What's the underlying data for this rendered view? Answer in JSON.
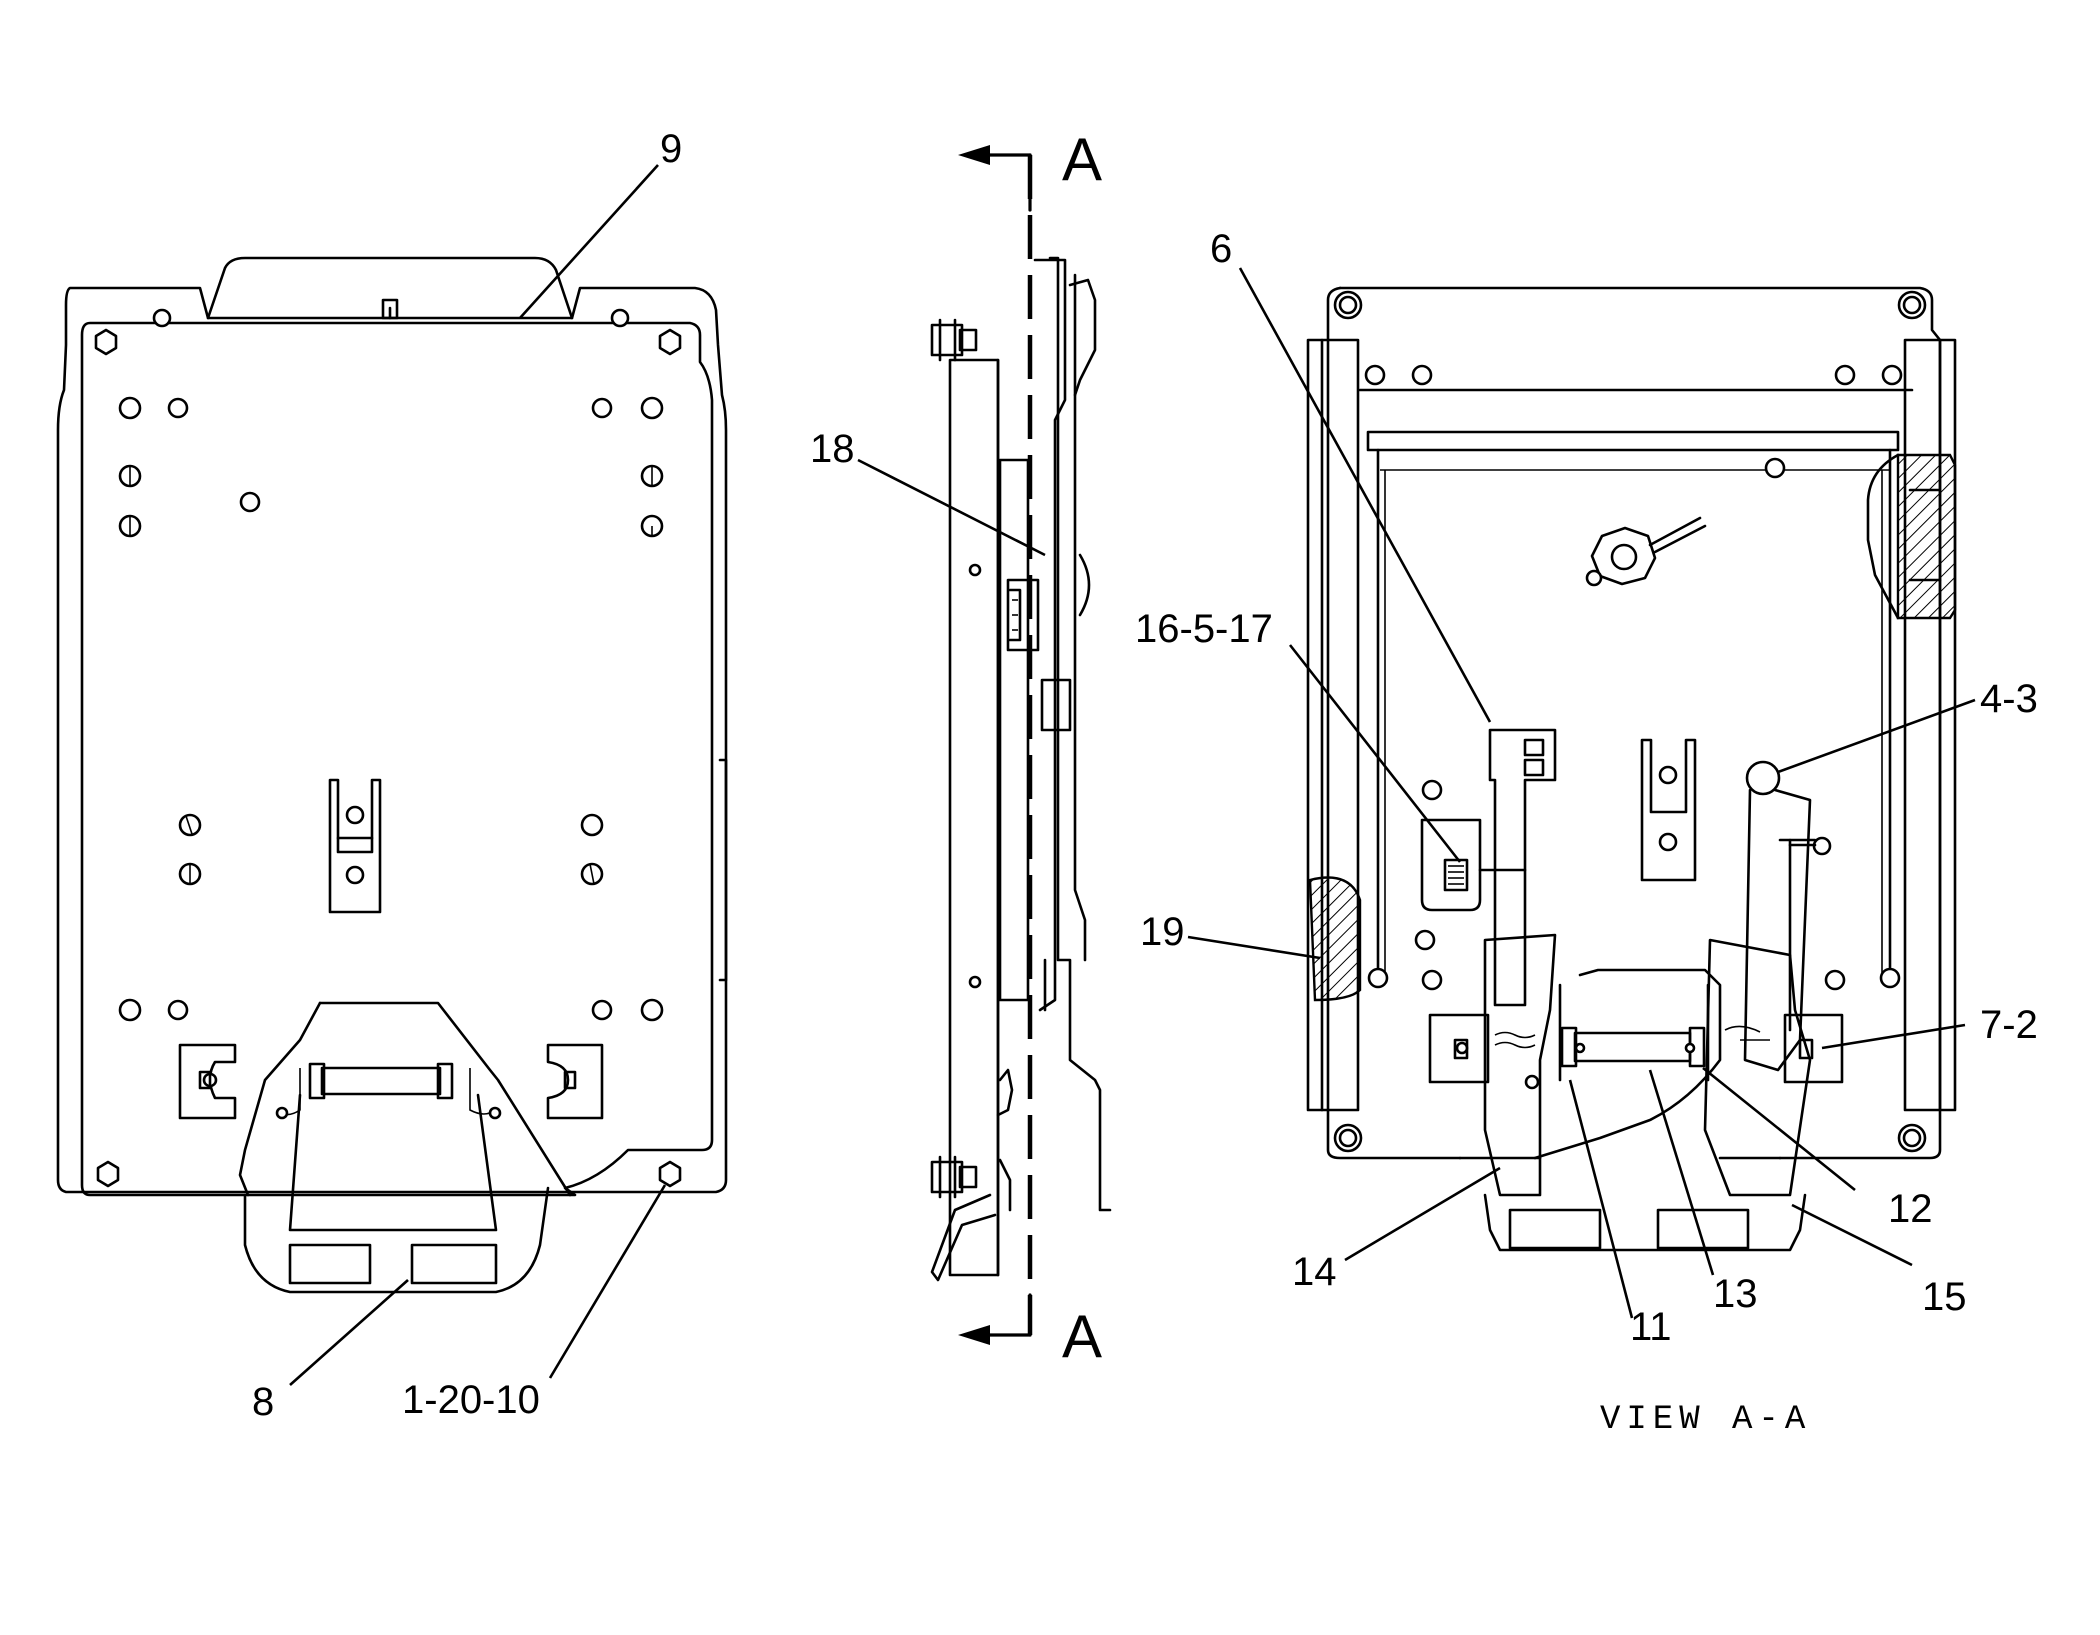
{
  "callouts": {
    "c9": "9",
    "c8": "8",
    "c1_20_10": "1-20-10",
    "c18": "18",
    "c6": "6",
    "c16_5_17": "16-5-17",
    "c4_3": "4-3",
    "c19": "19",
    "c7_2": "7-2",
    "c12": "12",
    "c14": "14",
    "c11": "11",
    "c13": "13",
    "c15": "15"
  },
  "section_marks": {
    "top": "A",
    "bottom": "A"
  },
  "view_caption": "VIEW A-A"
}
